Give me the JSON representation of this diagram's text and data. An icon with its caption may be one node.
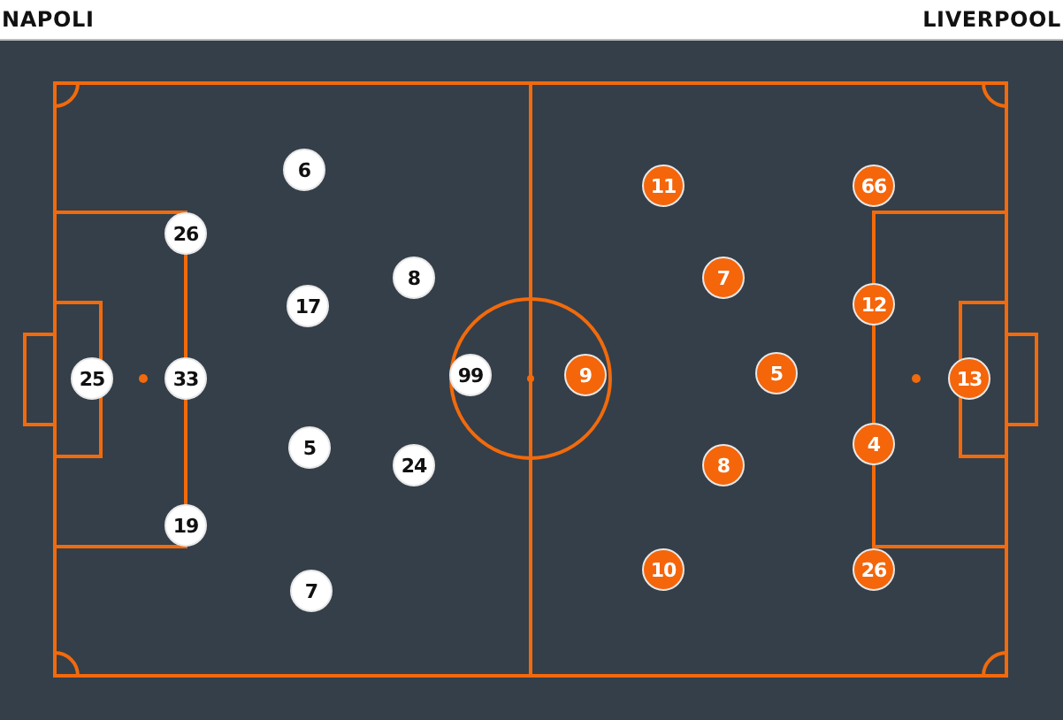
{
  "diagram": {
    "nodes": [
      {
        "text": [
          "6"
        ]
      },
      {
        "text": [
          "26"
        ]
      },
      {
        "text": [
          "8"
        ]
      },
      {
        "text": [
          "17"
        ]
      },
      {
        "text": [
          "25"
        ]
      },
      {
        "text": [
          "33"
        ]
      },
      {
        "text": [
          "99"
        ]
      },
      {
        "text": [
          "5"
        ]
      },
      {
        "text": [
          "24"
        ]
      },
      {
        "text": [
          "19"
        ]
      },
      {
        "text": [
          "7"
        ]
      },
      {
        "text": [
          "11"
        ]
      },
      {
        "text": [
          "66"
        ]
      },
      {
        "text": [
          "7"
        ]
      },
      {
        "text": [
          "12"
        ]
      },
      {
        "text": [
          "9"
        ]
      },
      {
        "text": [
          "5"
        ]
      },
      {
        "text": [
          "13"
        ]
      },
      {
        "text": [
          "4"
        ]
      },
      {
        "text": [
          "8"
        ]
      },
      {
        "text": [
          "10"
        ]
      },
      {
        "text": [
          "26"
        ]
      }
    ],
    "labels": [
      "NAPOLI",
      "LIVERPOOL"
    ]
  }
}
